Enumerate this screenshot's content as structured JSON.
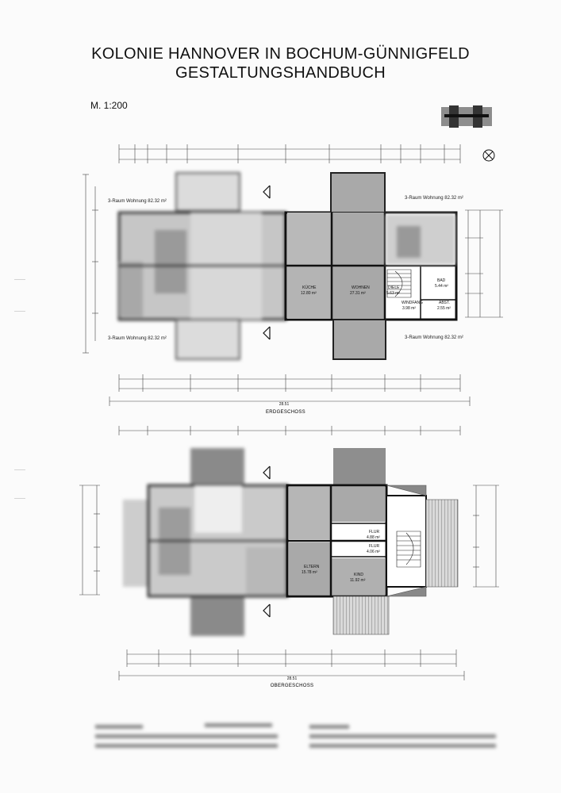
{
  "title": {
    "line1": "KOLONIE HANNOVER IN BOCHUM-GÜNNIGFELD",
    "line2": "GESTALTUNGSHANDBUCH"
  },
  "scale": "M. 1:200",
  "ground_floor": {
    "caption": "ERDGESCHOSS",
    "unit_labels": {
      "top_left": "3-Raum Wohnung 82.32 m²",
      "top_right": "3-Raum Wohnung 82.32 m²",
      "bottom_left": "3-Raum Wohnung 82.32 m²",
      "bottom_right": "3-Raum Wohnung 82.32 m²"
    },
    "rooms": {
      "kueche": {
        "name": "KÜCHE",
        "area": "12.80 m²"
      },
      "wohnen": {
        "name": "WOHNEN",
        "area": "27.31 m²"
      },
      "diele": {
        "name": "DIELE",
        "area": "5.63 m²"
      },
      "bad": {
        "name": "BAD",
        "area": "5.44 m²"
      },
      "windfang": {
        "name": "WINDFANG",
        "area": "3.98 m²"
      },
      "abst": {
        "name": "ABST.",
        "area": "2.55 m²"
      }
    },
    "bottom_total": "28.51"
  },
  "upper_floor": {
    "caption": "OBERGESCHOSS",
    "rooms": {
      "flur1": {
        "name": "FLUR",
        "area": "4.88 m²"
      },
      "flur2": {
        "name": "FLUR",
        "area": "4.06 m²"
      },
      "eltern": {
        "name": "ELTERN",
        "area": "15.78 m²"
      },
      "kind": {
        "name": "KIND",
        "area": "11.92 m²"
      }
    },
    "bottom_total": "28.51"
  }
}
